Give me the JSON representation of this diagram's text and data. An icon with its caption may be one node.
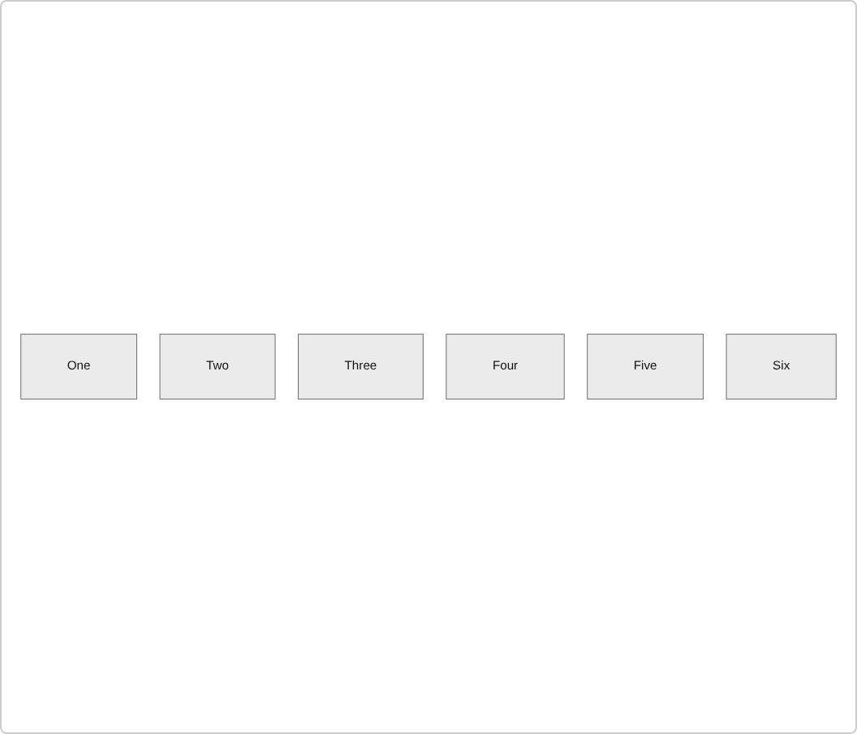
{
  "diagram": {
    "nodes": [
      {
        "text": [
          "One"
        ]
      },
      {
        "text": [
          "Two"
        ]
      },
      {
        "text": [
          "Three"
        ]
      },
      {
        "text": [
          "Four"
        ]
      },
      {
        "text": [
          "Five"
        ]
      },
      {
        "text": [
          "Six"
        ]
      }
    ]
  }
}
